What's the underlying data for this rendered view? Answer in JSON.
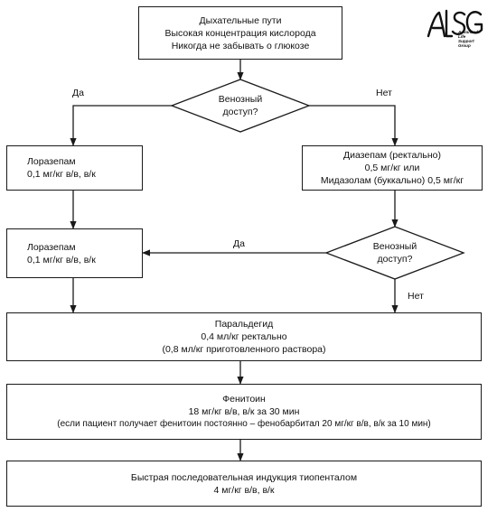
{
  "nodes": {
    "start": {
      "lines": [
        "Дыхательные пути",
        "Высокая концентрация кислорода",
        "Никогда не забывать о глюкозе"
      ]
    },
    "decision1": {
      "lines": [
        "Венозный",
        "доступ?"
      ]
    },
    "lorazepam1": {
      "lines": [
        "Лоразепам",
        "0,1 мг/кг в/в, в/к"
      ]
    },
    "diazepam": {
      "lines": [
        "Диазепам (ректально)",
        "0,5 мг/кг или",
        "Мидазолам (буккально) 0,5 мг/кг"
      ]
    },
    "lorazepam2": {
      "lines": [
        "Лоразепам",
        "0,1 мг/кг в/в, в/к"
      ]
    },
    "decision2": {
      "lines": [
        "Венозный",
        "доступ?"
      ]
    },
    "paraldehyde": {
      "lines": [
        "Паральдегид",
        "0,4 мл/кг ректально",
        "(0,8 мл/кг приготовленного раствора)"
      ]
    },
    "phenytoin": {
      "lines": [
        "Фенитоин",
        "18 мг/кг в/в, в/к за 30 мин",
        "(если пациент получает фенитоин постоянно –  фенобарбитал 20 мг/кг в/в, в/к за 10 мин)"
      ]
    },
    "thiopental": {
      "lines": [
        "Быстрая последовательная индукция тиопенталом",
        "4 мг/кг в/в, в/к"
      ]
    }
  },
  "edge_labels": {
    "d1_yes": "Да",
    "d1_no": "Нет",
    "d2_yes": "Да",
    "d2_no": "Нет"
  },
  "logo": {
    "mark": "ALSG",
    "sub_lines": [
      "Advanced",
      "Life",
      "Support",
      "Group"
    ]
  }
}
